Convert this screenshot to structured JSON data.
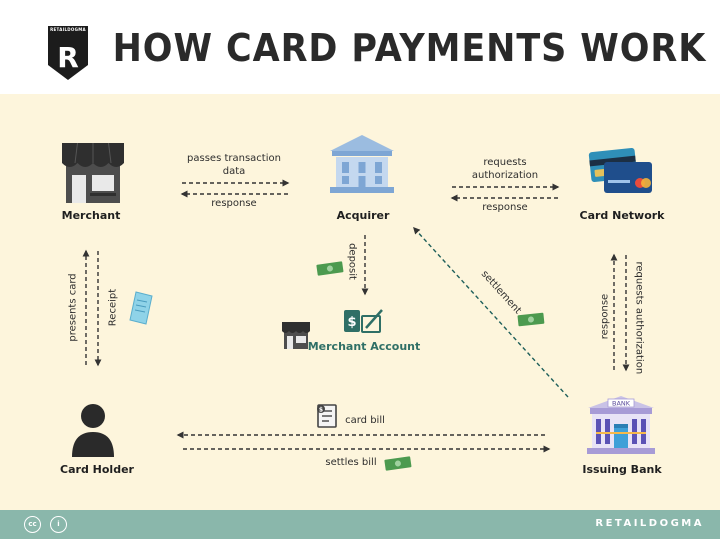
{
  "brand": {
    "logo_text": "RETAILDOGMA",
    "logo_letter": "R"
  },
  "title": "HOW CARD PAYMENTS WORK",
  "nodes": {
    "merchant": "Merchant",
    "acquirer": "Acquirer",
    "card_network": "Card Network",
    "card_holder": "Card Holder",
    "issuing_bank": "Issuing Bank",
    "merchant_account": "Merchant Account"
  },
  "edges": {
    "passes_transaction_data_line1": "passes transaction",
    "passes_transaction_data_line2": "data",
    "response_merchant": "response",
    "requests_authorization_line1": "requests",
    "requests_authorization_line2": "authorization",
    "response_network": "response",
    "deposit": "deposit",
    "settlement": "settlement",
    "presents_card": "presents card",
    "receipt": "Receipt",
    "response_bank": "response",
    "requests_authorization_bank": "requests authorization",
    "card_bill": "card bill",
    "settles_bill": "settles bill"
  },
  "bank_sign": "BANK",
  "footer": {
    "cc_1": "cc",
    "cc_2": "i",
    "brand": "RETAILDOGMA"
  },
  "colors": {
    "background": "#fdf5dc",
    "footer": "#8ab7ab",
    "money": "#4c9a4f",
    "teal_text": "#2f6f66"
  }
}
